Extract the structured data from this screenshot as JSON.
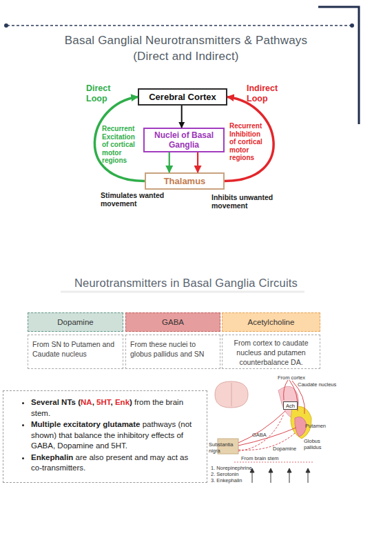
{
  "diagram": {
    "title": "Basal Ganglial Neurotransmitters & Pathways (Direct and Indirect)",
    "nodes": [
      {
        "text": [
          "Cerebral Cortex"
        ]
      },
      {
        "text": [
          "Nuclei of Basal Ganglia"
        ]
      },
      {
        "text": [
          "Thalamus"
        ]
      },
      {
        "text": [
          "Several NTs (",
          "NA",
          ",",
          "5HT",
          ",",
          "Enk",
          ")",
          "from the brain stem.",
          "Multiple excitatory glutamate",
          "pathways (not shown) that balance the inhibitory effects of GABA, Dopamine and 5HT.",
          "Enkephalin",
          "are also present and may act as co-transmitters."
        ]
      },
      {
        "text": [
          "Ach"
        ]
      }
    ],
    "edges": [
      {
        "from": 0,
        "to": 1,
        "arrow": "to"
      },
      {
        "from": 1,
        "to": 2,
        "arrow": "to"
      },
      {
        "from": 1,
        "to": 2,
        "arrow": "to"
      },
      {
        "from": 2,
        "to": 0,
        "arrow": "to",
        "label": "Recurrent Excitation of cortical motor regions"
      },
      {
        "from": 2,
        "to": 0,
        "arrow": "to",
        "label": "Recurrent Inhibition of cortical motor regions"
      }
    ],
    "labels": [
      "Direct Loop",
      "Indirect Loop",
      "Stimulates wanted movement",
      "Inhibits unwanted movement",
      "Neurotransmitters in Basal Ganglia Circuits",
      "Dopamine",
      "GABA",
      "Acetylcholine",
      "From SN to Putamen and Caudate nucleus",
      "From these nuclei to globus pallidus and SN",
      "From cortex to caudate nucleus and putamen counterbalance DA.",
      "From cortex",
      "Caudate nucleus",
      "Putamen",
      "GABA",
      "Globus pallidus",
      "Substantia nigra",
      "Dopamine",
      "From brain stem",
      "1. Norepinephrine",
      "2. Serotonin",
      "3. Enkephalin"
    ]
  }
}
